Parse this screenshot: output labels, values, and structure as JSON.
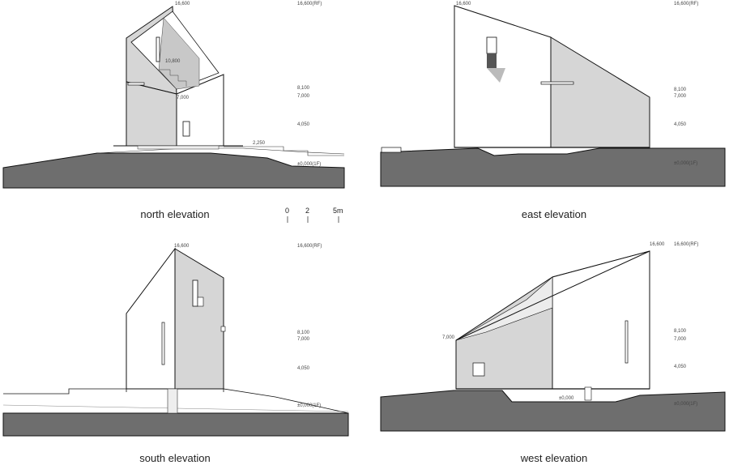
{
  "captions": {
    "north": "north elevation",
    "east": "east elevation",
    "south": "south elevation",
    "west": "west elevation"
  },
  "scale": {
    "zero": "0",
    "two": "2",
    "five": "5m"
  },
  "levels": {
    "rf": "16,600(RF)",
    "top": "16,600",
    "l3": "8,100",
    "l2": "7,000",
    "l1": "4,050",
    "gl": "±0,000(1F)",
    "n_10800": "10,800",
    "n_2250": "2,250",
    "w_0000": "±0,000"
  }
}
